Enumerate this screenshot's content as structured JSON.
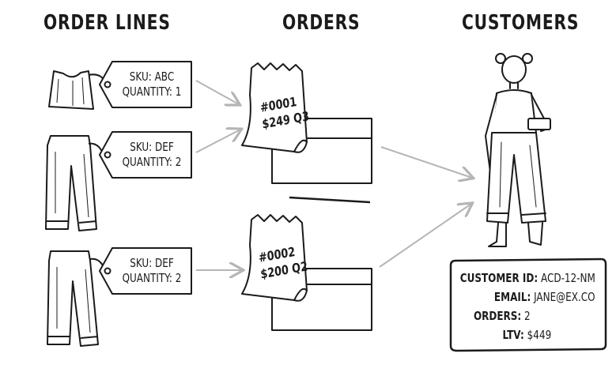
{
  "columns": {
    "order_lines": "ORDER LINES",
    "orders": "ORDERS",
    "customers": "CUSTOMERS"
  },
  "order_lines": [
    {
      "item": "top-icon",
      "sku": "SKU: ABC",
      "quantity": "QUANTITY: 1"
    },
    {
      "item": "pants-icon",
      "sku": "SKU: DEF",
      "quantity": "QUANTITY: 2"
    },
    {
      "item": "pants-icon",
      "sku": "SKU: DEF",
      "quantity": "QUANTITY: 2"
    }
  ],
  "orders": [
    {
      "id": "#0001",
      "amount": "$249 Q3"
    },
    {
      "id": "#0002",
      "amount": "$200 Q2"
    }
  ],
  "customer": {
    "id_label": "CUSTOMER ID:",
    "id_value": "ACD-12-NM",
    "email_label": "EMAIL:",
    "email_value": "JANE@EX.CO",
    "orders_label": "ORDERS:",
    "orders_value": "2",
    "ltv_label": "LTV:",
    "ltv_value": "$449"
  },
  "colors": {
    "ink": "#1b1b1b",
    "arrow": "#b5b5b5"
  }
}
